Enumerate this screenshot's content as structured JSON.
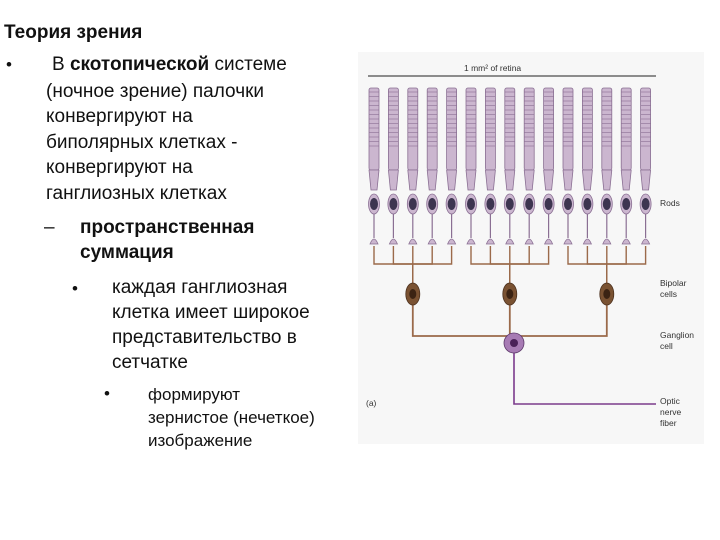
{
  "slide": {
    "title": "Теория зрения",
    "bullet1": {
      "marker": "•",
      "line1_prefix": "В ",
      "line1_bold": "скотопической",
      "line1_suffix": " системе",
      "line2": "(ночное зрение) палочки",
      "line3": "конвергируют на",
      "line4": "биполярных клетках -",
      "line5": "конвергируют на",
      "line6": "ганглиозных клетках"
    },
    "sub1": {
      "marker": "–",
      "line1": "пространственная",
      "line2": "суммация"
    },
    "sub2": {
      "marker": "•",
      "line1": "каждая ганглиозная",
      "line2": "клетка имеет широкое",
      "line3": "представительство в",
      "line4": "сетчатке"
    },
    "sub3": {
      "marker": "•",
      "line1": "формируют",
      "line2": "зернистое (нечеткое)",
      "line3": "изображение"
    }
  },
  "figure": {
    "scale_label": "1 mm² of retina",
    "panel_label": "(a)",
    "labels": {
      "rods": "Rods",
      "bipolar_1": "Bipolar",
      "bipolar_2": "cells",
      "ganglion_1": "Ganglion",
      "ganglion_2": "cell",
      "optic_1": "Optic",
      "optic_2": "nerve",
      "optic_3": "fiber"
    },
    "colors": {
      "rod_fill": "#cbb6cf",
      "rod_stroke": "#8a6f93",
      "nucleus": "#3d3550",
      "axon": "#9b6a4a",
      "bipolar": "#7a5232",
      "ganglion": "#a77bb4",
      "optic": "#7b3b8c"
    }
  }
}
